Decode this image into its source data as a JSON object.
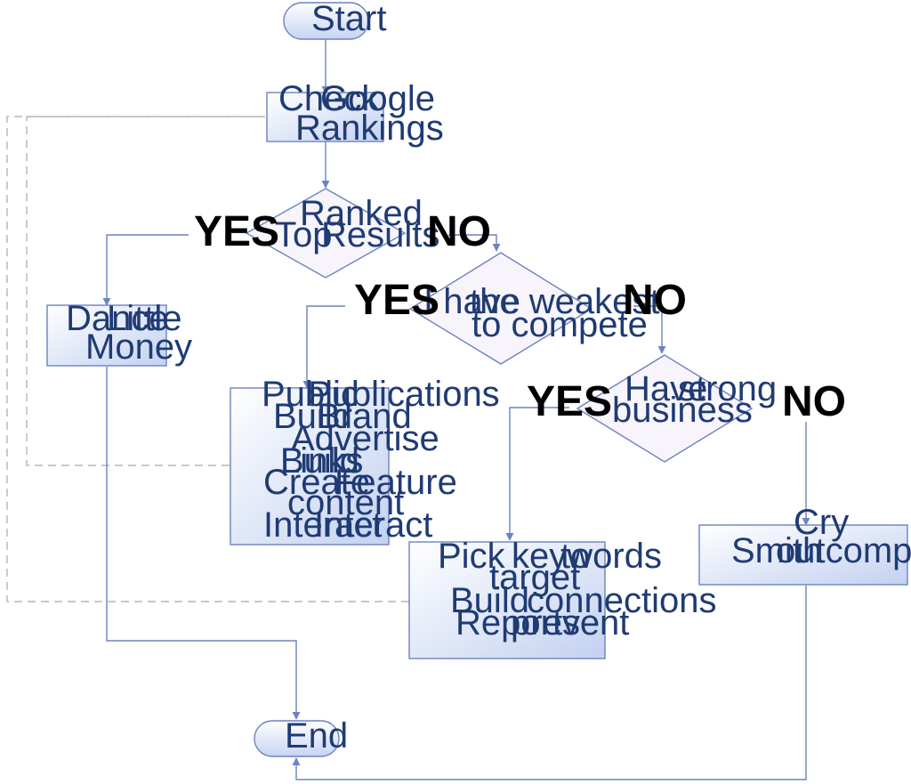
{
  "colors": {
    "node_fill_top": "#ffffff",
    "node_fill_bottom": "#c7d4f2",
    "diamond_fill": "#f7f4fb",
    "stroke": "#6d82bf",
    "text": "#1f3b73",
    "loop_line": "#a9a9a9"
  },
  "nodes": {
    "start": "Start",
    "check": [
      "Check",
      "Google",
      "Rankings"
    ],
    "ranked": [
      "Ranked",
      "Top",
      "Results"
    ],
    "weakest": [
      "I have",
      "the weakest",
      "to compete"
    ],
    "strong": [
      "Have",
      "strong",
      "business"
    ],
    "dance": [
      "Dance",
      "Little",
      "Money"
    ],
    "publish": [
      "Publications",
      "Public",
      "Build",
      "Brand",
      "Advertise",
      "Links",
      "Build",
      "Create",
      "Feature",
      "content",
      "Interact",
      "Interact"
    ],
    "pick": [
      "Pick",
      "keywords",
      "to",
      "target",
      "Build",
      "connections",
      "Reports",
      "prevent"
    ],
    "cry": [
      "Cry",
      "Smith",
      "outcompete"
    ],
    "end": "End"
  },
  "branches": {
    "ranked_yes": "YES",
    "ranked_no": "NO",
    "weakest_yes": "YES",
    "weakest_no": "NO",
    "strong_yes": "YES",
    "strong_no": "NO"
  }
}
